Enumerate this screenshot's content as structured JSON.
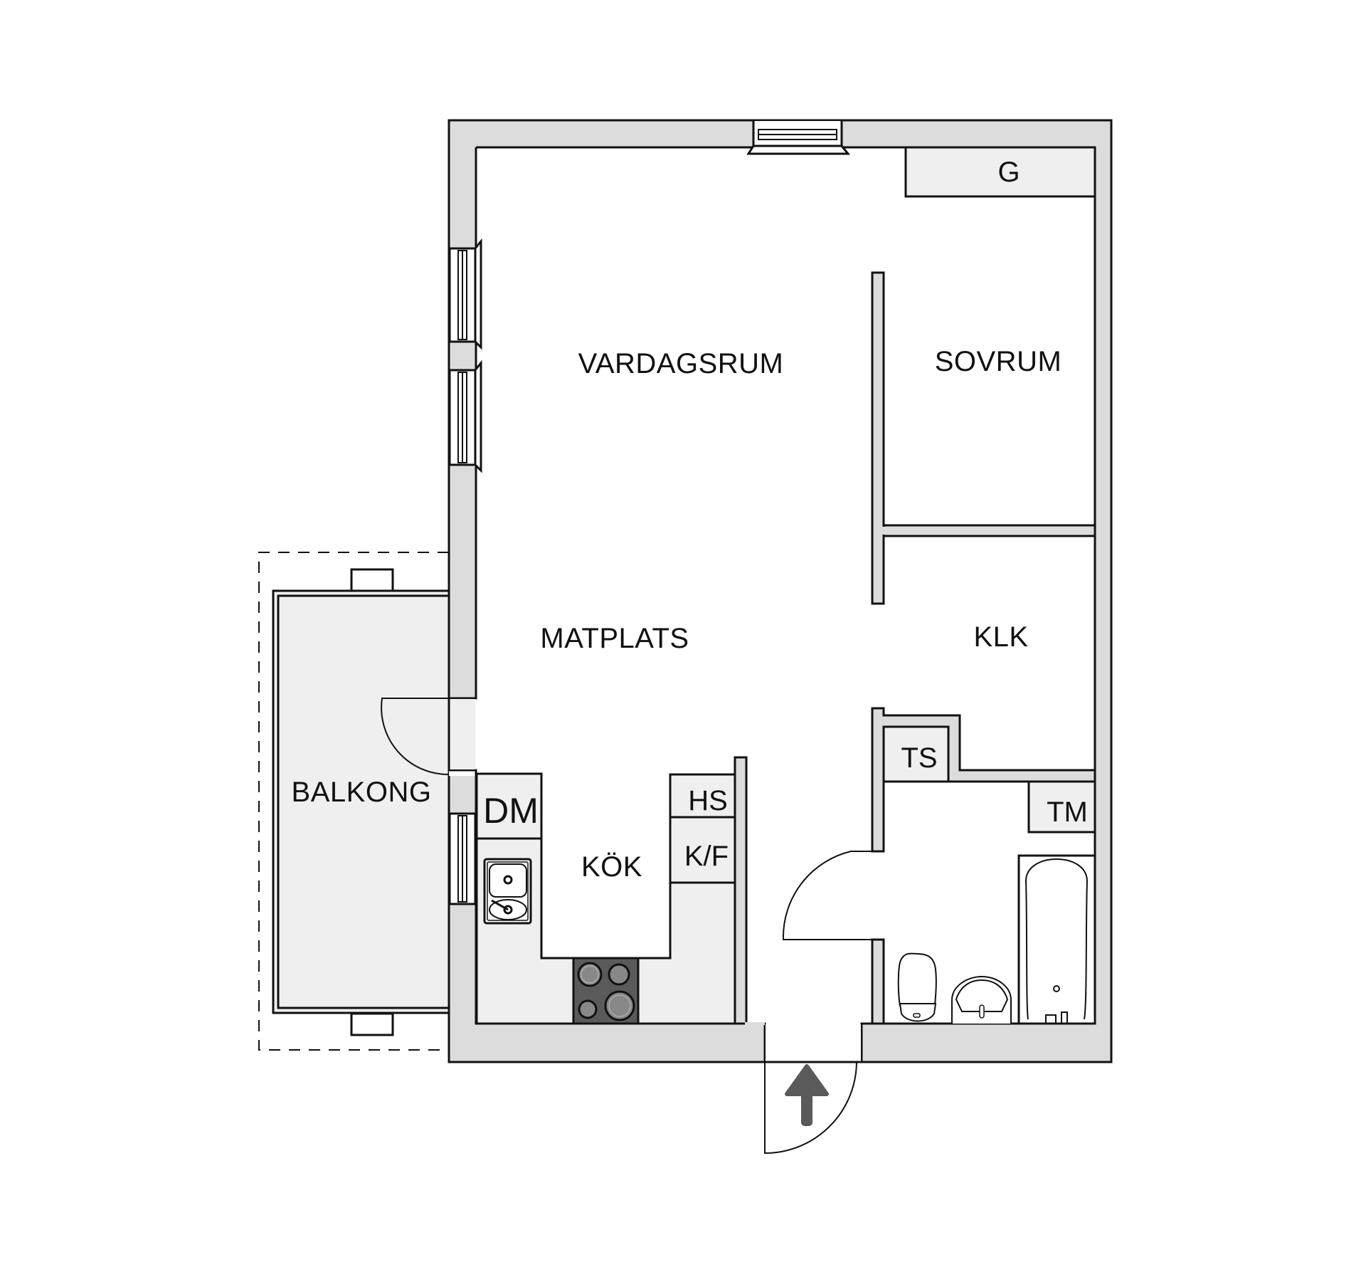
{
  "plan": {
    "rooms": {
      "vardagsrum": "VARDAGSRUM",
      "sovrum": "SOVRUM",
      "matplats": "MATPLATS",
      "klk": "KLK",
      "balkong": "BALKONG",
      "kok": "KÖK"
    },
    "fixtures": {
      "g": "G",
      "dm": "DM",
      "hs": "HS",
      "kf": "K/F",
      "ts": "TS",
      "tm": "TM"
    },
    "icons": {
      "entrance": "entrance-arrow-icon",
      "stove": "stove-icon",
      "kitchen_sink": "kitchen-sink-icon",
      "toilet": "toilet-icon",
      "washbasin": "washbasin-icon",
      "bathtub": "bathtub-icon"
    },
    "colors": {
      "wall": "#dcdcdc",
      "fixture": "#efefef",
      "stove": "#5a5a5a",
      "arrow": "#5a5a5a",
      "line": "#111111"
    }
  }
}
